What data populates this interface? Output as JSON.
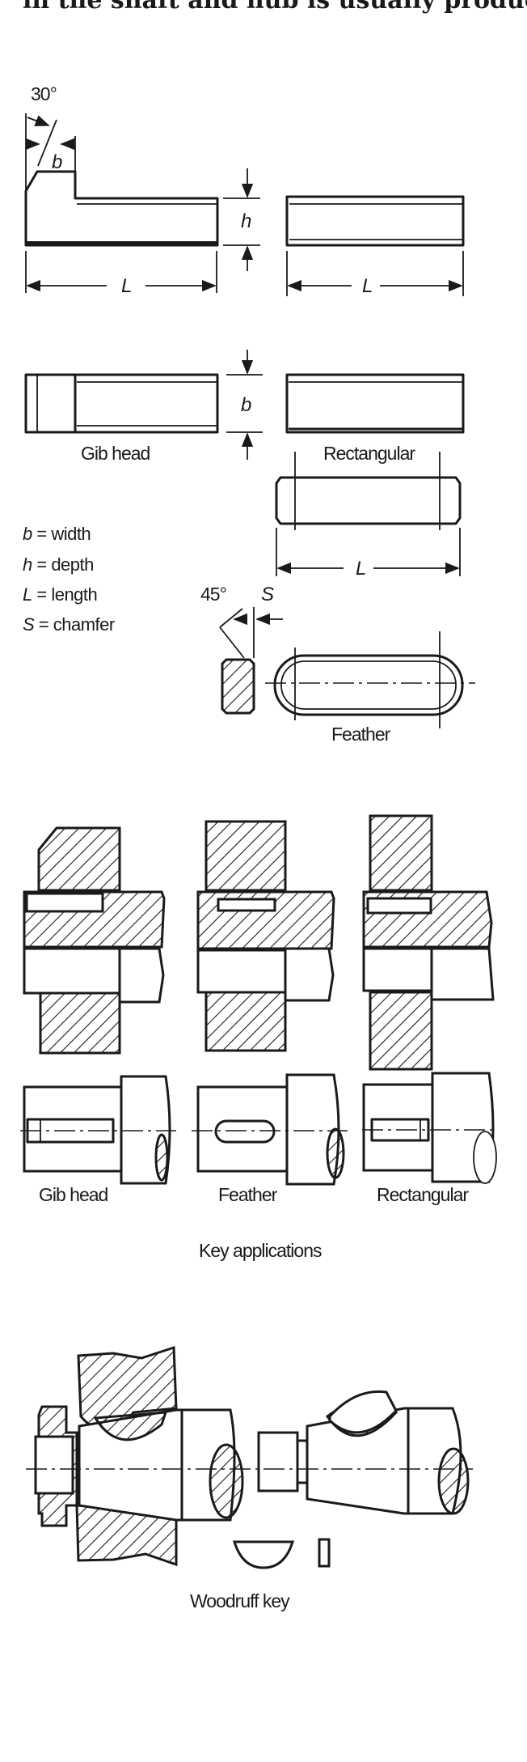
{
  "header_text": "in the shaft and hub is usually produced",
  "key_types": {
    "angle_label": "30°",
    "dim_b": "b",
    "dim_h": "h",
    "dim_L": "L",
    "gib_head": "Gib head",
    "rectangular": "Rectangular"
  },
  "legend": [
    {
      "sym": "b",
      "text": " = width"
    },
    {
      "sym": "h",
      "text": " = depth"
    },
    {
      "sym": "L",
      "text": " = length"
    },
    {
      "sym": "S",
      "text": " = chamfer"
    }
  ],
  "feather": {
    "angle_label": "45°",
    "dim_S": "S",
    "dim_L": "L",
    "label": "Feather"
  },
  "applications": {
    "labels": [
      "Gib head",
      "Feather",
      "Rectangular"
    ],
    "caption": "Key applications"
  },
  "woodruff": {
    "caption": "Woodruff key"
  }
}
